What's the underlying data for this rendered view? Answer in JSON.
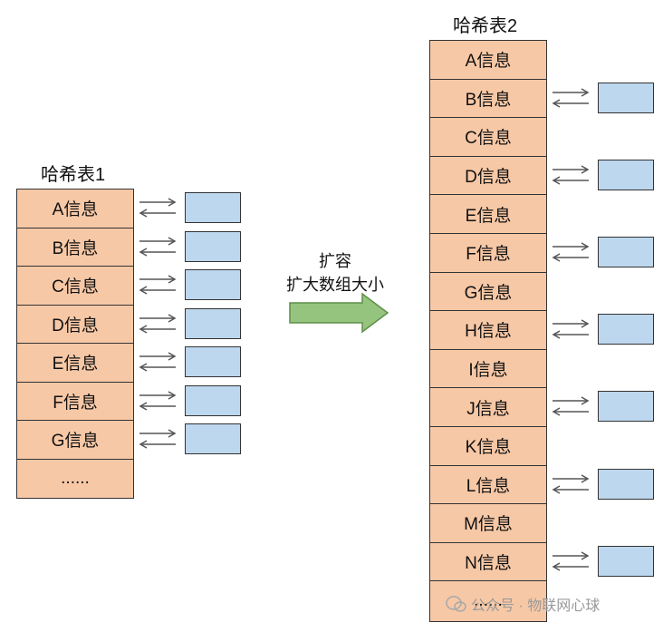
{
  "left_table": {
    "title": "哈希表1",
    "rows": [
      "A信息",
      "B信息",
      "C信息",
      "D信息",
      "E信息",
      "F信息",
      "G信息",
      "......"
    ]
  },
  "middle": {
    "line1": "扩容",
    "line2": "扩大数组大小"
  },
  "right_table": {
    "title": "哈希表2",
    "rows": [
      "A信息",
      "B信息",
      "C信息",
      "D信息",
      "E信息",
      "F信息",
      "G信息",
      "H信息",
      "I信息",
      "J信息",
      "K信息",
      "L信息",
      "M信息",
      "N信息",
      "......"
    ]
  },
  "watermark": "公众号 · 物联网心球"
}
